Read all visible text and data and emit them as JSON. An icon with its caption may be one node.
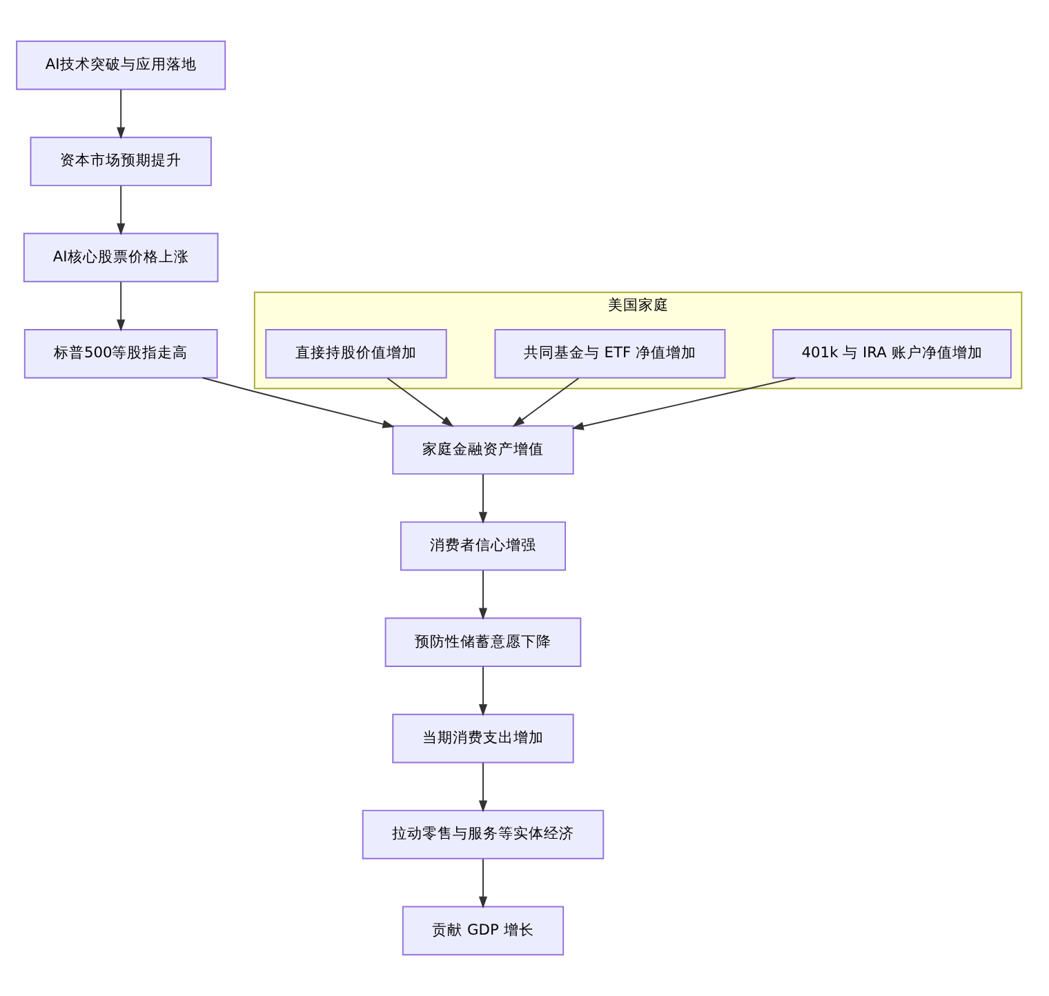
{
  "diagram": {
    "nodes": [
      {
        "text": [
          "AI技术突破与应用落地"
        ]
      },
      {
        "text": [
          "资本市场预期提升"
        ]
      },
      {
        "text": [
          "AI核心股票价格上涨"
        ]
      },
      {
        "text": [
          "标普500等股指走高"
        ]
      },
      {
        "text": [
          "美国家庭"
        ]
      },
      {
        "text": [
          "401k 与 IRA 账户净值增加"
        ],
        "in": 4
      },
      {
        "text": [
          "共同基金与 ETF 净值增加"
        ],
        "in": 4
      },
      {
        "text": [
          "直接持股价值增加"
        ],
        "in": 4
      },
      {
        "text": [
          "家庭金融资产增值"
        ]
      },
      {
        "text": [
          "消费者信心增强"
        ]
      },
      {
        "text": [
          "预防性储蓄意愿下降"
        ]
      },
      {
        "text": [
          "当期消费支出增加"
        ]
      },
      {
        "text": [
          "拉动零售与服务等实体经济"
        ]
      },
      {
        "text": [
          "贡献 GDP 增长"
        ]
      }
    ],
    "edges": [
      {
        "from": 0,
        "to": 1,
        "arrow": "to"
      },
      {
        "from": 1,
        "to": 2,
        "arrow": "to"
      },
      {
        "from": 2,
        "to": 3,
        "arrow": "to"
      },
      {
        "from": 3,
        "to": 8,
        "arrow": "to"
      },
      {
        "from": 5,
        "to": 8,
        "arrow": "to"
      },
      {
        "from": 6,
        "to": 8,
        "arrow": "to"
      },
      {
        "from": 7,
        "to": 8,
        "arrow": "to"
      },
      {
        "from": 8,
        "to": 9,
        "arrow": "to"
      },
      {
        "from": 9,
        "to": 10,
        "arrow": "to"
      },
      {
        "from": 10,
        "to": 11,
        "arrow": "to"
      },
      {
        "from": 11,
        "to": 12,
        "arrow": "to"
      },
      {
        "from": 12,
        "to": 13,
        "arrow": "to"
      }
    ]
  }
}
